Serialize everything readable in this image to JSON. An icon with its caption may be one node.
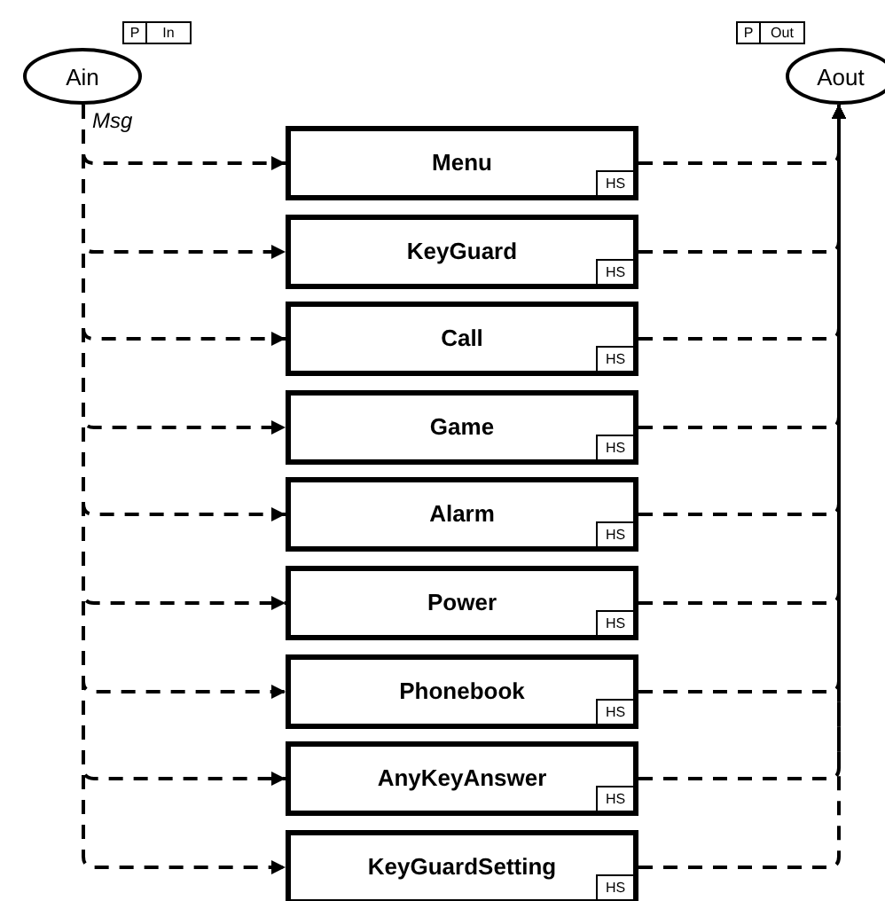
{
  "diagram": {
    "nodes": [
      {
        "text": [
          "Ain"
        ],
        "beside": [
          "P",
          "In"
        ]
      },
      {
        "text": [
          "Menu",
          "HS"
        ]
      },
      {
        "text": [
          "KeyGuard",
          "HS"
        ]
      },
      {
        "text": [
          "Call",
          "HS"
        ]
      },
      {
        "text": [
          "Game",
          "HS"
        ]
      },
      {
        "text": [
          "Alarm",
          "HS"
        ]
      },
      {
        "text": [
          "Power",
          "HS"
        ]
      },
      {
        "text": [
          "Phonebook",
          "HS"
        ]
      },
      {
        "text": [
          "AnyKeyAnswer",
          "HS"
        ]
      },
      {
        "text": [
          "KeyGuardSetting",
          "HS"
        ]
      },
      {
        "text": [
          "Aout"
        ],
        "beside": [
          "P",
          "Out"
        ]
      }
    ],
    "edges": [
      {
        "from": 0,
        "to": 1,
        "arrow": "to",
        "style": "dashed",
        "label": "Msg"
      },
      {
        "from": 0,
        "to": 2,
        "arrow": "to",
        "style": "dashed"
      },
      {
        "from": 0,
        "to": 3,
        "arrow": "to",
        "style": "dashed"
      },
      {
        "from": 0,
        "to": 4,
        "arrow": "to",
        "style": "dashed"
      },
      {
        "from": 0,
        "to": 5,
        "arrow": "to",
        "style": "dashed"
      },
      {
        "from": 0,
        "to": 6,
        "arrow": "to",
        "style": "dashed"
      },
      {
        "from": 0,
        "to": 7,
        "arrow": "to",
        "style": "dashed"
      },
      {
        "from": 0,
        "to": 8,
        "arrow": "to",
        "style": "dashed"
      },
      {
        "from": 0,
        "to": 9,
        "arrow": "to",
        "style": "dashed"
      },
      {
        "from": 1,
        "to": 10,
        "arrow": "to",
        "style": "dashed"
      },
      {
        "from": 2,
        "to": 10,
        "arrow": "to",
        "style": "dashed"
      },
      {
        "from": 3,
        "to": 10,
        "arrow": "to",
        "style": "dashed"
      },
      {
        "from": 4,
        "to": 10,
        "arrow": "to",
        "style": "dashed"
      },
      {
        "from": 5,
        "to": 10,
        "arrow": "to",
        "style": "dashed"
      },
      {
        "from": 6,
        "to": 10,
        "arrow": "to",
        "style": "dashed"
      },
      {
        "from": 7,
        "to": 10,
        "arrow": "to",
        "style": "dashed"
      },
      {
        "from": 8,
        "to": 10,
        "arrow": "to",
        "style": "dashed"
      },
      {
        "from": 9,
        "to": 10,
        "arrow": "to",
        "style": "dashed"
      }
    ]
  }
}
